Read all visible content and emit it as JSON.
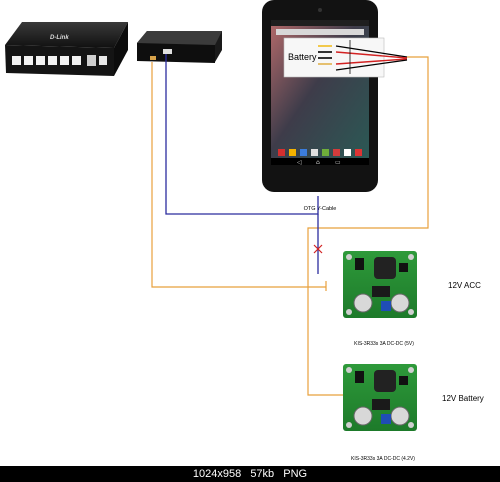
{
  "hub": {
    "brand": "D-Link"
  },
  "tablet": {
    "overlay_label": "Battery"
  },
  "cable_label": "OTG Y-Cable",
  "modules": [
    {
      "role_label": "12V ACC",
      "caption": "KIS-3R33s 3A DC-DC (5V)"
    },
    {
      "role_label": "12V Battery",
      "caption": "KIS-3R33s 3A DC-DC (4.2V)"
    }
  ],
  "status": {
    "dimensions": "1024x958",
    "size": "57kb",
    "format": "PNG"
  },
  "colors": {
    "orange_wire": "#E8A13C",
    "blue_wire": "#2B2C9E",
    "cut_mark": "#D22222",
    "background": "#FFFFFF"
  }
}
